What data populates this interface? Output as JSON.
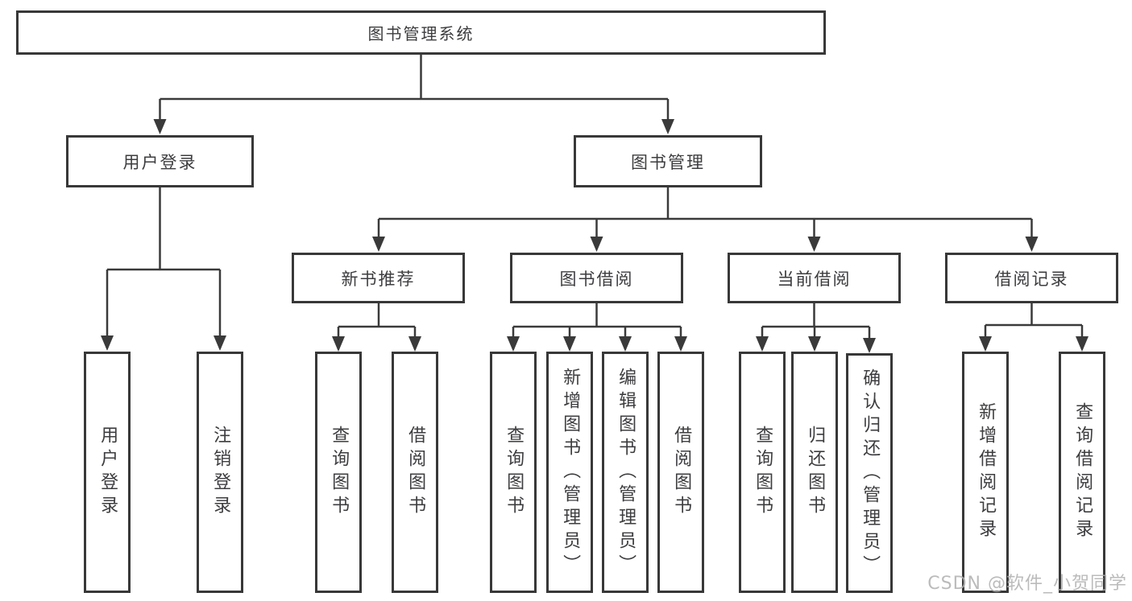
{
  "tree": {
    "root": {
      "label": "图书管理系统",
      "children": [
        {
          "label": "用户登录",
          "children": [
            {
              "label": "用户登录"
            },
            {
              "label": "注销登录"
            }
          ]
        },
        {
          "label": "图书管理",
          "children": [
            {
              "label": "新书推荐",
              "children": [
                {
                  "label": "查询图书"
                },
                {
                  "label": "借阅图书"
                }
              ]
            },
            {
              "label": "图书借阅",
              "children": [
                {
                  "label": "查询图书"
                },
                {
                  "label": "新增图书（管理员）"
                },
                {
                  "label": "编辑图书（管理员）"
                },
                {
                  "label": "借阅图书"
                }
              ]
            },
            {
              "label": "当前借阅",
              "children": [
                {
                  "label": "查询图书"
                },
                {
                  "label": "归还图书"
                },
                {
                  "label": "确认归还（管理员）"
                }
              ]
            },
            {
              "label": "借阅记录",
              "children": [
                {
                  "label": "新增借阅记录"
                },
                {
                  "label": "查询借阅记录"
                }
              ]
            }
          ]
        }
      ]
    }
  },
  "watermark": {
    "text": "CSDN @软件_小贺同学"
  },
  "colors": {
    "line": "#3a3a3a",
    "box_border": "#383838",
    "text": "#3d3d40",
    "watermark": "#b0b0b0",
    "background": "#ffffff"
  }
}
